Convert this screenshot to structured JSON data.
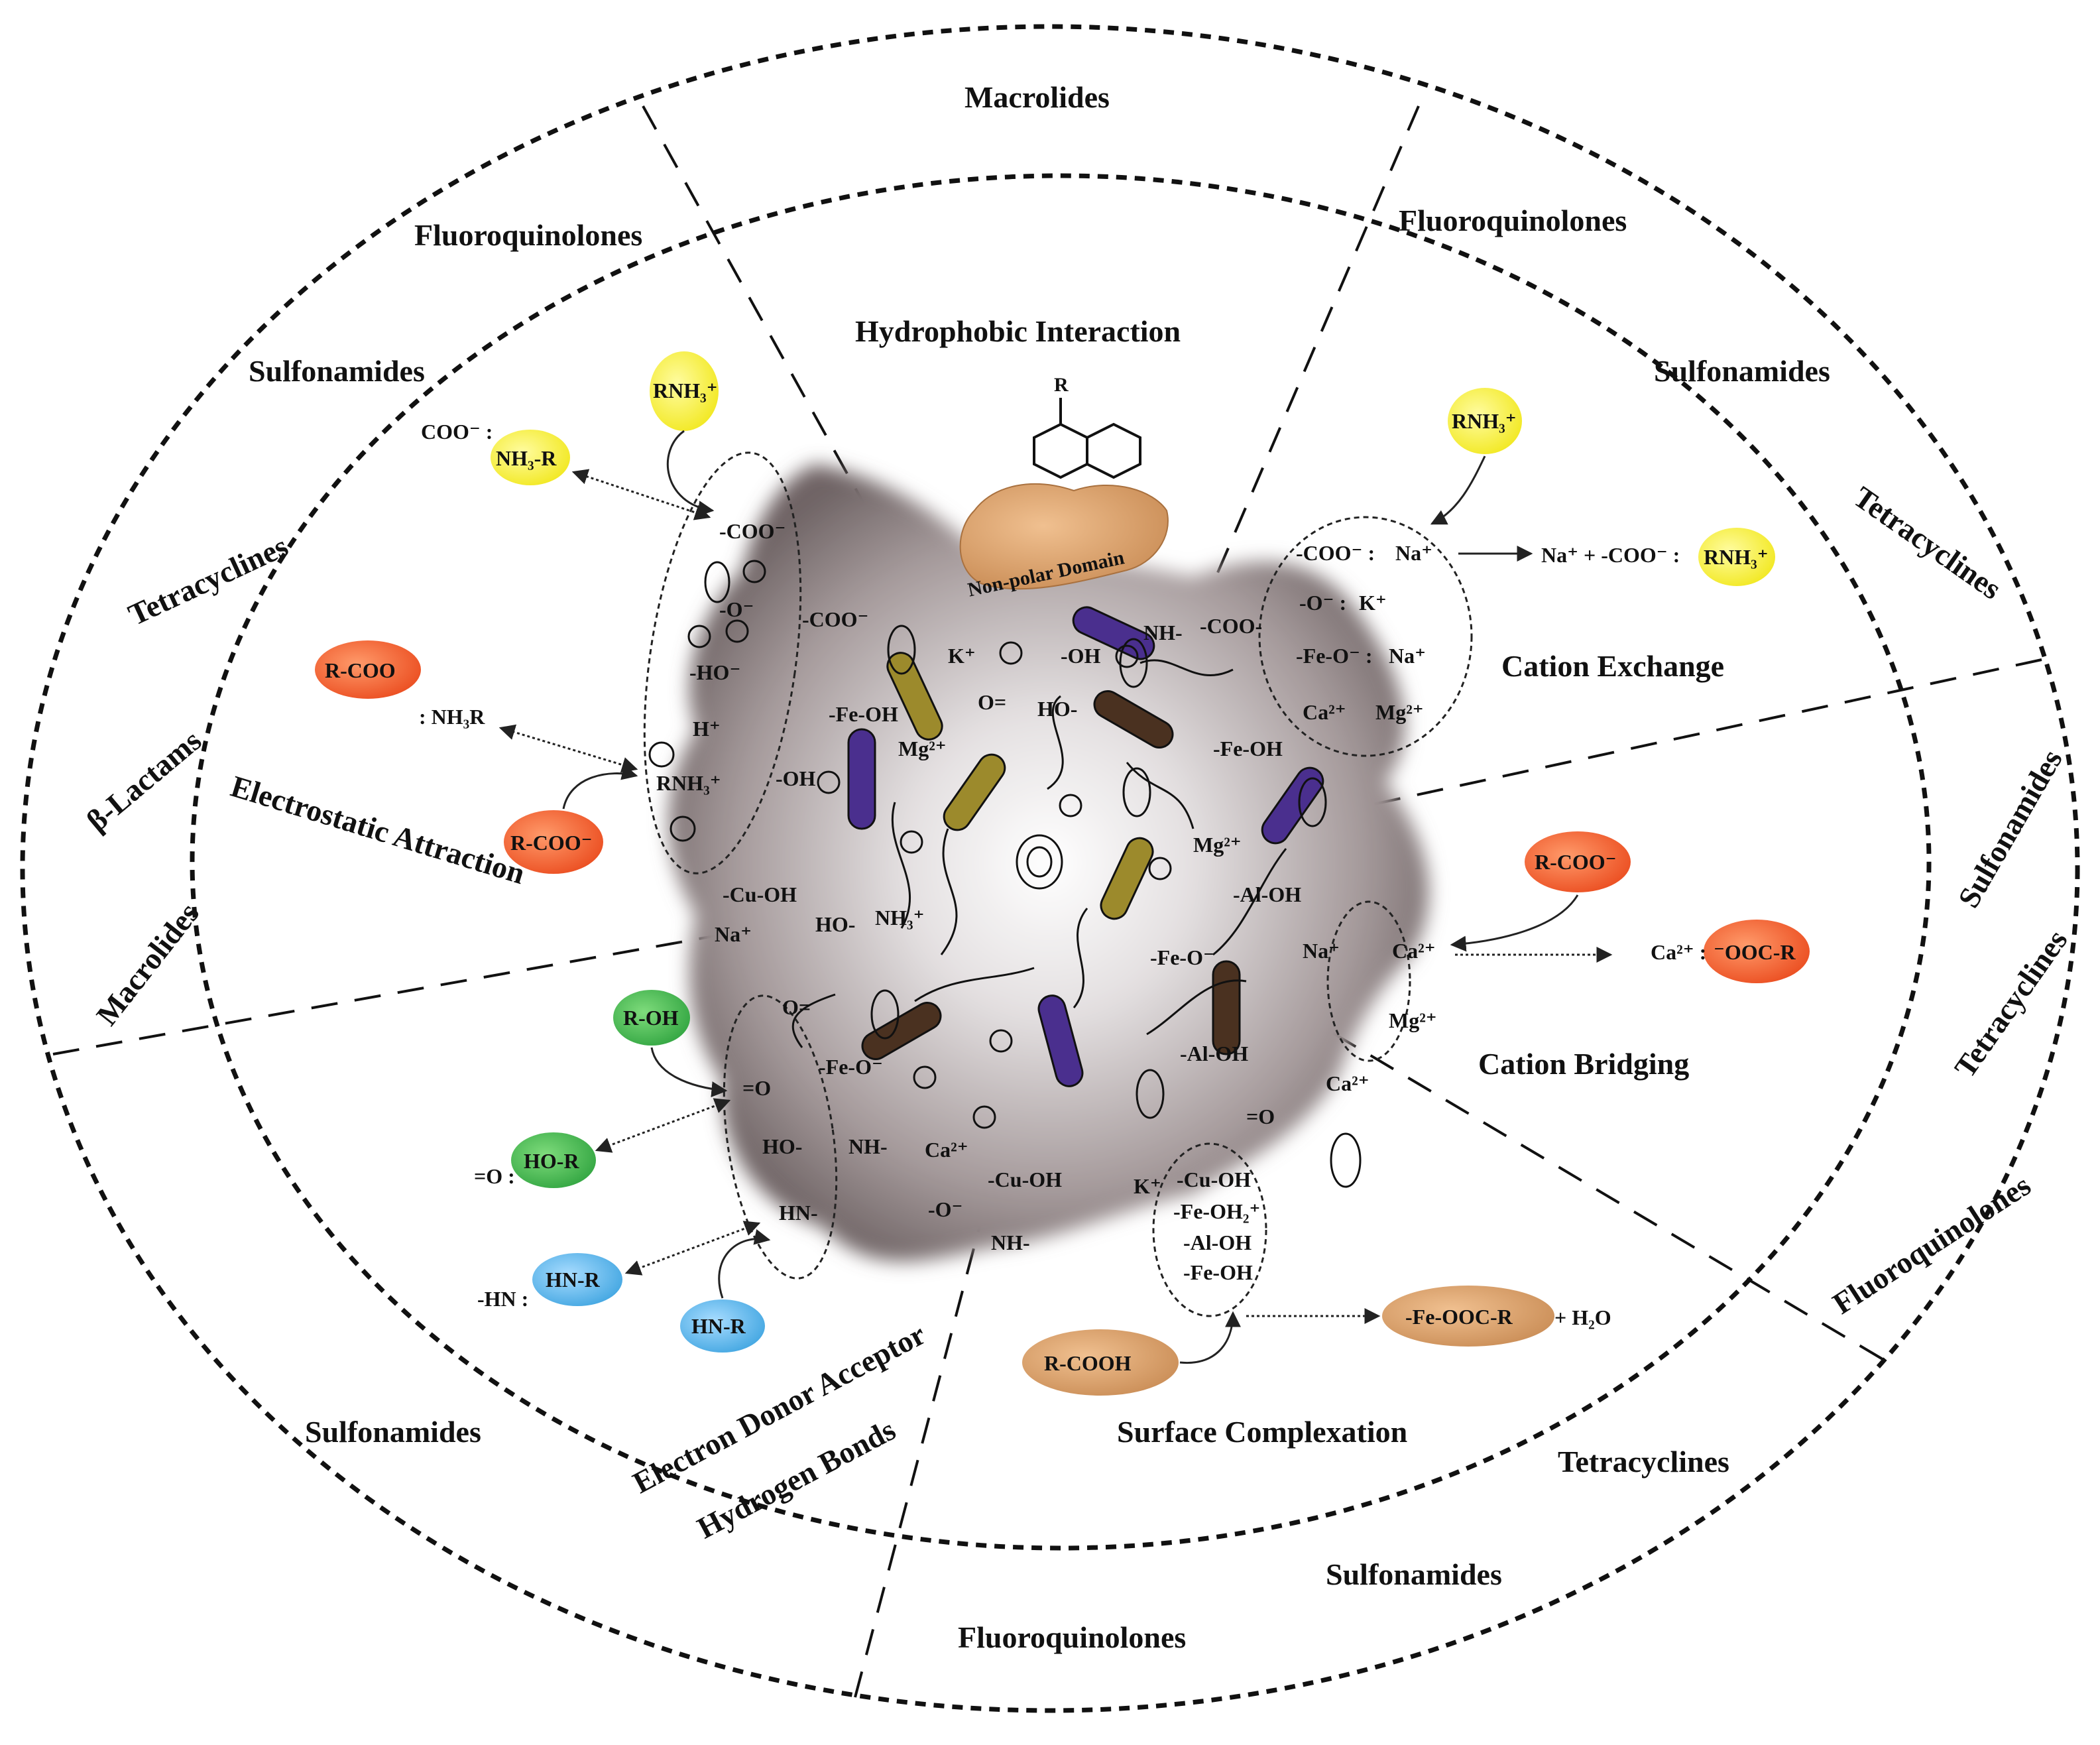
{
  "sections": {
    "hydrophobic": "Hydrophobic Interaction",
    "cation_exchange": "Cation Exchange",
    "cation_bridging": "Cation Bridging",
    "surface_complexation": "Surface Complexation",
    "hydrogen_bonds": "Hydrogen Bonds",
    "electron_donor_acceptor": "Electron Donor Acceptor",
    "electrostatic": "Electrostatic Attraction"
  },
  "antibiotic_classes": {
    "macrolides": "Macrolides",
    "fluoroquinolones": "Fluoroquinolones",
    "sulfonamides": "Sulfonamides",
    "tetracyclines": "Tetracyclines",
    "beta_lactams": "β-Lactams"
  },
  "non_polar_domain": "Non-polar Domain",
  "naphthalene_substituent": "R",
  "species": {
    "rnh3": "RNH₃⁺",
    "nh3r": "NH₃-R",
    "rcoo": "R-COO",
    "rcoo_minus": "R-COO⁻",
    "roh": "R-OH",
    "hor": "HO-R",
    "hnr": "HN-R",
    "rcooh": "R-COOH",
    "feoocr": "-Fe-OOC-R",
    "oocr": "⁻OOC-R"
  },
  "labels": {
    "coo_colon": "COO⁻ :",
    "nh3r_colon": ": NH₃R",
    "o_colon": "=O :",
    "hn_colon": "-HN :",
    "na_plus_coo": "Na⁺ + -COO⁻ :",
    "h2o": "+ H₂O",
    "ca_colon": "Ca²⁺ :",
    "coo1": "-COO⁻",
    "o1": "-O⁻",
    "ho1": "-HO⁻",
    "hplus": "H⁺",
    "rnh3b": "RNH₃⁺",
    "coo2": "-COO⁻",
    "oh": "-OH",
    "cuoh": "-Cu-OH",
    "na1": "Na⁺",
    "ho2": "HO-",
    "nh3": "NH₃⁺",
    "k1": "K⁺",
    "feoh1": "-Fe-OH",
    "mg1": "Mg²⁺",
    "o_eq": "O=",
    "oh2": "-OH",
    "ho3": "HO-",
    "nh1": "NH-",
    "coo3": "-COO-",
    "feoh2": "-Fe-OH",
    "mg2": "Mg²⁺",
    "aloh1": "-Al-OH",
    "feo1": "-Fe-O⁻",
    "aloh2": "-Al-OH",
    "o_eq2": "O=",
    "feo2": "-Fe-O⁻",
    "eqo1": "=O",
    "ho4": "HO-",
    "hn1": "HN-",
    "nh2": "NH-",
    "ca1": "Ca²⁺",
    "cuoh2": "-Cu-OH",
    "o2": "-O⁻",
    "nh3b": "NH-",
    "k2": "K⁺",
    "eqo2": "=O",
    "ce_coo": "-COO⁻ :",
    "ce_na1": "Na⁺",
    "ce_o": "-O⁻ :",
    "ce_k": "K⁺",
    "ce_feo": "-Fe-O⁻ :",
    "ce_na2": "Na⁺",
    "ce_ca": "Ca²⁺",
    "ce_mg": "Mg²⁺",
    "cb_na": "Na⁺",
    "cb_ca": "Ca²⁺",
    "cb_mg": "Mg²⁺",
    "cb_ca2": "Ca²⁺",
    "sc_cuoh": "-Cu-OH",
    "sc_feoh2": "-Fe-OH₂⁺",
    "sc_aloh": "-Al-OH",
    "sc_feoh": "-Fe-OH"
  },
  "colors": {
    "yellow": "#f4ee1c",
    "red": "#f0562a",
    "green": "#3cb049",
    "blue": "#4fb0e6",
    "tan": "#d49a63",
    "purple": "#4a2f8e",
    "olive": "#9c8a2c",
    "brown": "#4a3120",
    "particle": "#9b8f90"
  }
}
